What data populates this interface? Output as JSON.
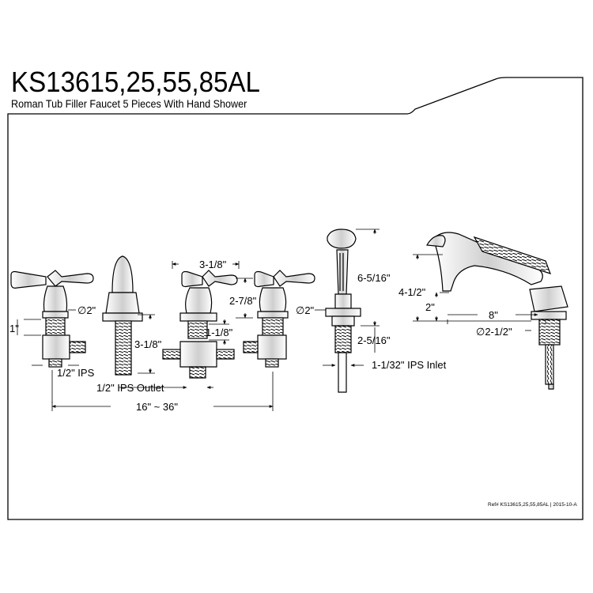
{
  "header": {
    "model": "KS13615,25,55,85AL",
    "description": "Roman Tub Filler Faucet 5 Pieces With Hand Shower"
  },
  "dimensions": {
    "handle_width": "3-1/8\"",
    "left_valve_dia": "∅2\"",
    "left_valve_height": "1\"",
    "spout_height": "3-1/8\"",
    "valve_height": "2-7/8\"",
    "valve_offset": "1-1/8\"",
    "inlet_left": "1/2\" IPS",
    "outlet": "1/2\" IPS Outlet",
    "spread": "16\" ~ 36\"",
    "shower_height": "6-5/16\"",
    "shower_dia": "∅2\"",
    "shower_shank": "2-5/16\"",
    "shower_inlet": "1-1/32\" IPS Inlet",
    "spout_total_height": "4-1/2\"",
    "spout_lower_height": "2\"",
    "spout_reach": "8\"",
    "spout_base_dia": "∅2-1/2\""
  },
  "footer": {
    "reference": "Ref# KS13615,25,55,85AL | 2015-10-A"
  }
}
